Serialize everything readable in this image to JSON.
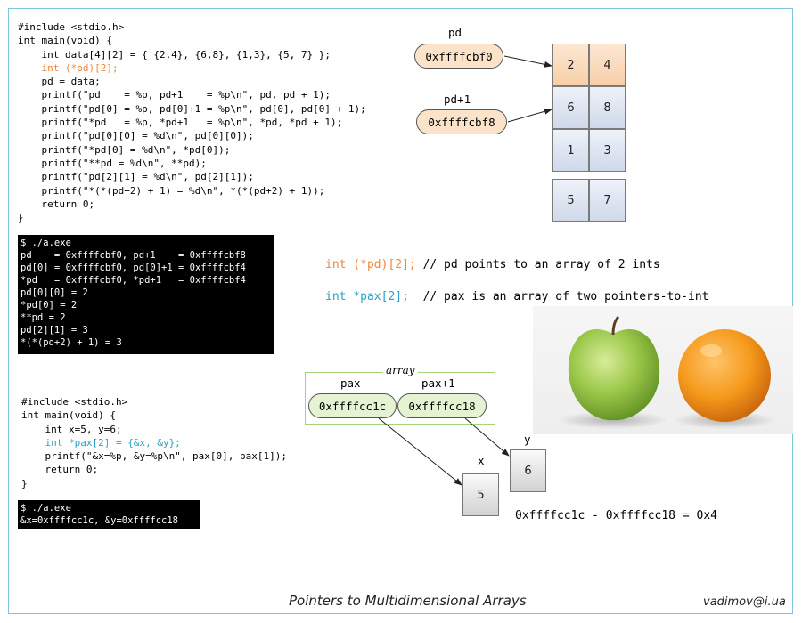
{
  "code1": [
    "#include <stdio.h>",
    "int main(void) {",
    "    int data[4][2] = { {2,4}, {6,8}, {1,3}, {5, 7} };",
    "    int (*pd)[2];",
    "    pd = data;",
    "    printf(\"pd    = %p, pd+1    = %p\\n\", pd, pd + 1);",
    "    printf(\"pd[0] = %p, pd[0]+1 = %p\\n\", pd[0], pd[0] + 1);",
    "    printf(\"*pd   = %p, *pd+1   = %p\\n\", *pd, *pd + 1);",
    "    printf(\"pd[0][0] = %d\\n\", pd[0][0]);",
    "    printf(\"*pd[0] = %d\\n\", *pd[0]);",
    "    printf(\"**pd = %d\\n\", **pd);",
    "    printf(\"pd[2][1] = %d\\n\", pd[2][1]);",
    "    printf(\"*(*(pd+2) + 1) = %d\\n\", *(*(pd+2) + 1));",
    "    return 0;",
    "}"
  ],
  "output1": [
    "$ ./a.exe",
    "pd    = 0xffffcbf0, pd+1    = 0xffffcbf8",
    "pd[0] = 0xffffcbf0, pd[0]+1 = 0xffffcbf4",
    "*pd   = 0xffffcbf0, *pd+1   = 0xffffcbf4",
    "pd[0][0] = 2",
    "*pd[0] = 2",
    "**pd = 2",
    "pd[2][1] = 3",
    "*(*(pd+2) + 1) = 3"
  ],
  "code2": [
    "#include <stdio.h>",
    "int main(void) {",
    "    int x=5, y=6;",
    "    int *pax[2] = {&x, &y};",
    "    printf(\"&x=%p, &y=%p\\n\", pax[0], pax[1]);",
    "    return 0;",
    "}"
  ],
  "output2": [
    "$ ./a.exe",
    "&x=0xffffcc1c, &y=0xffffcc18"
  ],
  "diagram1": {
    "pd_label": "pd",
    "pd_value": "0xffffcbf0",
    "pd1_label": "pd+1",
    "pd1_value": "0xffffcbf8",
    "matrix": [
      [
        "2",
        "4"
      ],
      [
        "6",
        "8"
      ],
      [
        "1",
        "3"
      ],
      [
        "5",
        "7"
      ]
    ]
  },
  "notes": {
    "pd_decl": "int (*pd)[2];",
    "pd_comment": " // pd points to an array of 2 ints",
    "pax_decl": "int *pax[2];",
    "pax_comment": "  // pax is an array of two pointers-to-int"
  },
  "diagram2": {
    "array_label": "array",
    "pax_label": "pax",
    "pax_value": "0xffffcc1c",
    "pax1_label": "pax+1",
    "pax1_value": "0xffffcc18",
    "x_label": "x",
    "x_value": "5",
    "y_label": "y",
    "y_value": "6",
    "difference": "0xffffcc1c - 0xffffcc18 = 0x4"
  },
  "colors": {
    "orange_accent": "#f0863c",
    "blue_accent": "#2aa0cc",
    "frame": "#7ec6d6"
  },
  "footer": {
    "title": "Pointers to Multidimensional Arrays",
    "author": "vadimov@i.ua"
  }
}
